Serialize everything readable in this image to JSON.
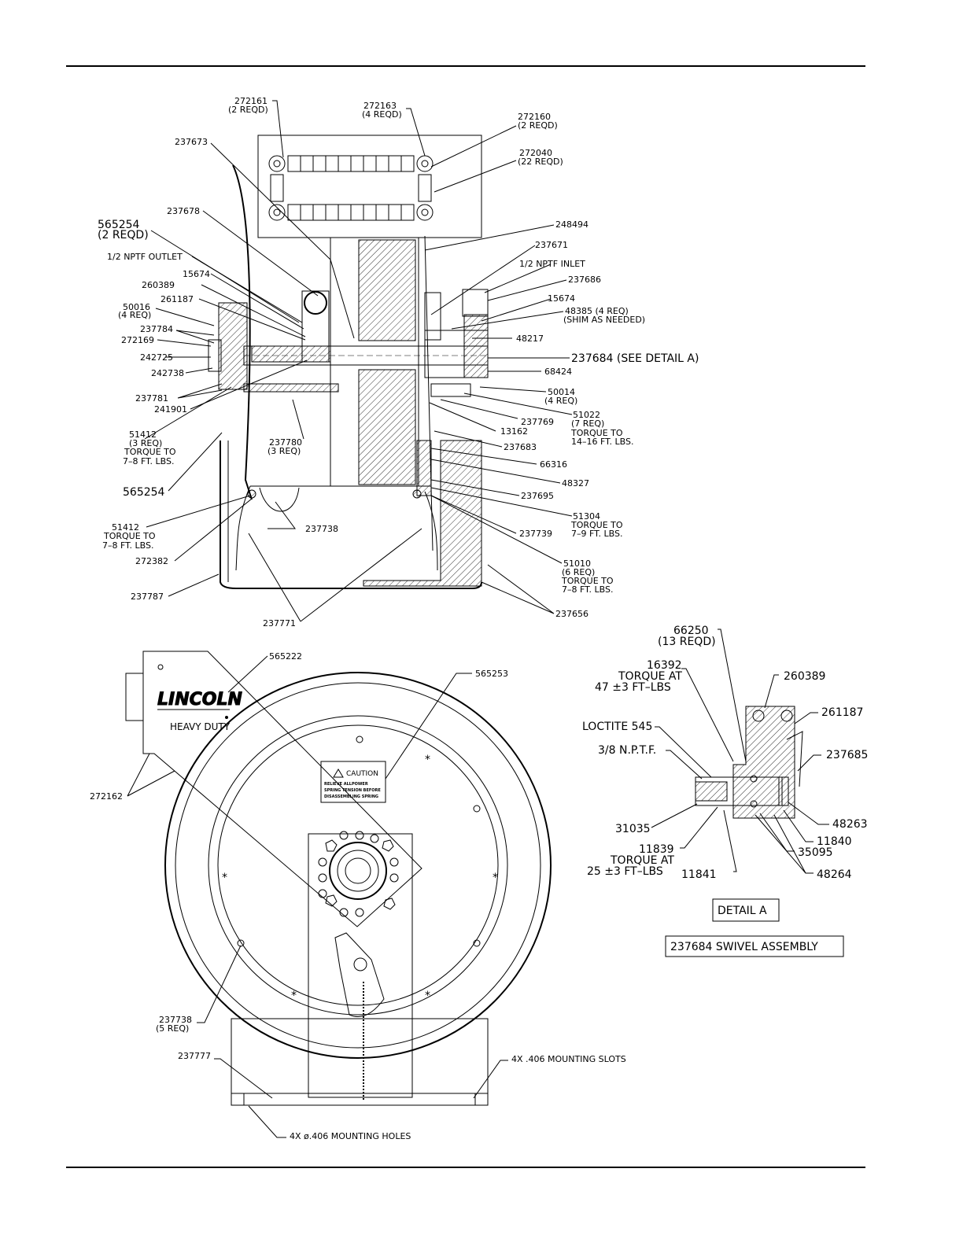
{
  "labels": {
    "c272161": "272161",
    "c272161_q": "(2 REQD)",
    "c272163": "272163",
    "c272163_q": "(4 REQD)",
    "c272160": "272160",
    "c272160_q": "(2 REQD)",
    "c272040": "272040",
    "c272040_q": "(22 REQD)",
    "c237673": "237673",
    "c237678": "237678",
    "c565254a": "565254",
    "c565254a_q": "(2 REQD)",
    "outlet": "1/2 NPTF OUTLET",
    "c15674a": "15674",
    "c260389a": "260389",
    "c261187a": "261187",
    "c50016": "50016",
    "c50016_q": "(4 REQ)",
    "c237784": "237784",
    "c272169": "272169",
    "c242725": "242725",
    "c242738": "242738",
    "c237781": "237781",
    "c241901": "241901",
    "c51412a": "51412",
    "c51412a_q": "(3 REQ)",
    "c51412a_t1": "TORQUE TO",
    "c51412a_t2": "7–8 FT. LBS.",
    "c237780": "237780",
    "c237780_q": "(3 REQ)",
    "c565254b": "565254",
    "c51412b": "51412",
    "c51412b_t1": "TORQUE TO",
    "c51412b_t2": "7–8 FT. LBS.",
    "c237738a": "237738",
    "c272382": "272382",
    "c237787": "237787",
    "c237771": "237771",
    "c248494": "248494",
    "c237671": "237671",
    "inlet": "1/2 NPTF INLET",
    "c237686": "237686",
    "c15674b": "15674",
    "c48385": "48385 (4 REQ)",
    "c48385_q": "(SHIM AS NEEDED)",
    "c48217": "48217",
    "c237684": "237684 (SEE DETAIL A)",
    "c68424": "68424",
    "c50014": "50014",
    "c50014_q": "(4 REQ)",
    "c237769": "237769",
    "c51022": "51022",
    "c51022_q": "(7 REQ)",
    "c51022_t1": "TORQUE TO",
    "c51022_t2": "14–16 FT. LBS.",
    "c13162": "13162",
    "c237683": "237683",
    "c66316": "66316",
    "c48327": "48327",
    "c237695": "237695",
    "c51304": "51304",
    "c51304_t1": "TORQUE TO",
    "c51304_t2": "7–9 FT. LBS.",
    "c237739": "237739",
    "c51010": "51010",
    "c51010_q": "(6 REQ)",
    "c51010_t1": "TORQUE TO",
    "c51010_t2": "7–8 FT. LBS.",
    "c237656": "237656",
    "c565222": "565222",
    "c565253": "565253",
    "c272162": "272162",
    "c237738b": "237738",
    "c237738b_q": "(5 REQ)",
    "c237777": "237777",
    "slots": "4X .406 MOUNTING SLOTS",
    "holes": "4X ø.406 MOUNTING HOLES",
    "logo": "LINCOLN",
    "heavy": "HEAVY DUTY",
    "caution": "CAUTION",
    "caution_l1": "RELIEVE ALLPOWER",
    "caution_l2": "SPRING TENSION BEFORE",
    "caution_l3": "DISASSEMBLING SPRING",
    "d66250": "66250",
    "d66250_q": "(13 REQD)",
    "d16392": "16392",
    "d16392_t1": "TORQUE AT",
    "d16392_t2": "47 ±3 FT–LBS",
    "d260389": "260389",
    "d261187": "261187",
    "loctite": "LOCTITE 545",
    "npt": "3/8 N.P.T.F.",
    "d237685": "237685",
    "d31035": "31035",
    "d48263": "48263",
    "d11840": "11840",
    "d11839": "11839",
    "d11839_t1": "TORQUE AT",
    "d11839_t2": "25 ±3 FT–LBS",
    "d35095": "35095",
    "d11841": "11841",
    "d48264": "48264",
    "detail": "DETAIL A",
    "swivel": "237684 SWIVEL ASSEMBLY"
  }
}
